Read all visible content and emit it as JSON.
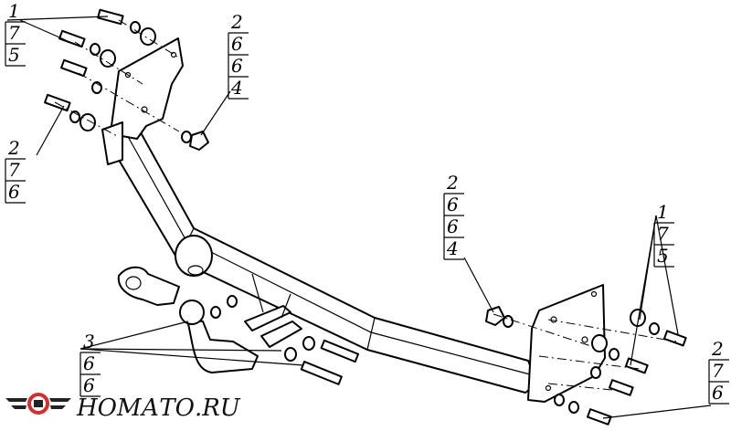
{
  "callouts": [
    {
      "id": "top-left",
      "items": [
        "1",
        "7",
        "5"
      ]
    },
    {
      "id": "mid-left",
      "items": [
        "2",
        "7",
        "6"
      ]
    },
    {
      "id": "top-center",
      "items": [
        "2",
        "6",
        "6",
        "4"
      ]
    },
    {
      "id": "center-right",
      "items": [
        "2",
        "6",
        "6",
        "4"
      ]
    },
    {
      "id": "right",
      "items": [
        "1",
        "7",
        "5"
      ]
    },
    {
      "id": "bottom-right",
      "items": [
        "2",
        "7",
        "6"
      ]
    },
    {
      "id": "bottom-left",
      "items": [
        "3",
        "6",
        "6"
      ]
    }
  ],
  "logo": {
    "brand": "НОМАТО.RU",
    "colors": {
      "accent": "#d32f2f",
      "dark": "#222222"
    }
  }
}
